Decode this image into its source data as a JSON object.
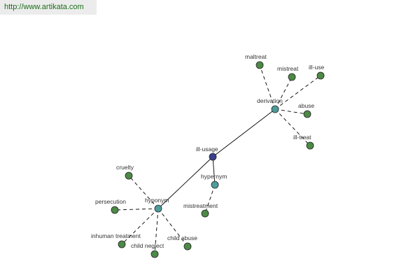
{
  "source_banner": "http://www.artikata.com",
  "colors": {
    "leaf_node": "#4c8a46",
    "hub_node": "#4e9c9c",
    "center_node": "#3a3f8f",
    "edge": "#000000",
    "label": "#333333",
    "banner_bg": "#ececec",
    "banner_text": "#1a6e1a"
  },
  "graph": {
    "nodes": [
      {
        "id": "ill-usage",
        "label": "ill-usage",
        "kind": "center"
      },
      {
        "id": "derivation",
        "label": "derivation",
        "kind": "hub"
      },
      {
        "id": "hyponym",
        "label": "hyponym",
        "kind": "hub"
      },
      {
        "id": "hypernym",
        "label": "hypernym",
        "kind": "hub"
      },
      {
        "id": "maltreat",
        "label": "maltreat",
        "kind": "leaf"
      },
      {
        "id": "mistreat",
        "label": "mistreat",
        "kind": "leaf"
      },
      {
        "id": "ill-use",
        "label": "ill-use",
        "kind": "leaf"
      },
      {
        "id": "abuse",
        "label": "abuse",
        "kind": "leaf"
      },
      {
        "id": "ill-treat",
        "label": "ill-treat",
        "kind": "leaf"
      },
      {
        "id": "mistreatment",
        "label": "mistreatment",
        "kind": "leaf"
      },
      {
        "id": "cruelty",
        "label": "cruelty",
        "kind": "leaf"
      },
      {
        "id": "persecution",
        "label": "persecution",
        "kind": "leaf"
      },
      {
        "id": "inhuman-treatment",
        "label": "inhuman treatment",
        "kind": "leaf"
      },
      {
        "id": "child-neglect",
        "label": "child neglect",
        "kind": "leaf"
      },
      {
        "id": "child-abuse",
        "label": "child abuse",
        "kind": "leaf"
      }
    ],
    "edges": [
      {
        "from": "ill-usage",
        "to": "derivation",
        "style": "solid"
      },
      {
        "from": "ill-usage",
        "to": "hyponym",
        "style": "solid"
      },
      {
        "from": "ill-usage",
        "to": "hypernym",
        "style": "solid"
      },
      {
        "from": "derivation",
        "to": "maltreat",
        "style": "dashed"
      },
      {
        "from": "derivation",
        "to": "mistreat",
        "style": "dashed"
      },
      {
        "from": "derivation",
        "to": "ill-use",
        "style": "dashed"
      },
      {
        "from": "derivation",
        "to": "abuse",
        "style": "dashed"
      },
      {
        "from": "derivation",
        "to": "ill-treat",
        "style": "dashed"
      },
      {
        "from": "hypernym",
        "to": "mistreatment",
        "style": "dashed"
      },
      {
        "from": "hyponym",
        "to": "cruelty",
        "style": "dashed"
      },
      {
        "from": "hyponym",
        "to": "persecution",
        "style": "dashed"
      },
      {
        "from": "hyponym",
        "to": "inhuman-treatment",
        "style": "dashed"
      },
      {
        "from": "hyponym",
        "to": "child-neglect",
        "style": "dashed"
      },
      {
        "from": "hyponym",
        "to": "child-abuse",
        "style": "dashed"
      }
    ]
  }
}
